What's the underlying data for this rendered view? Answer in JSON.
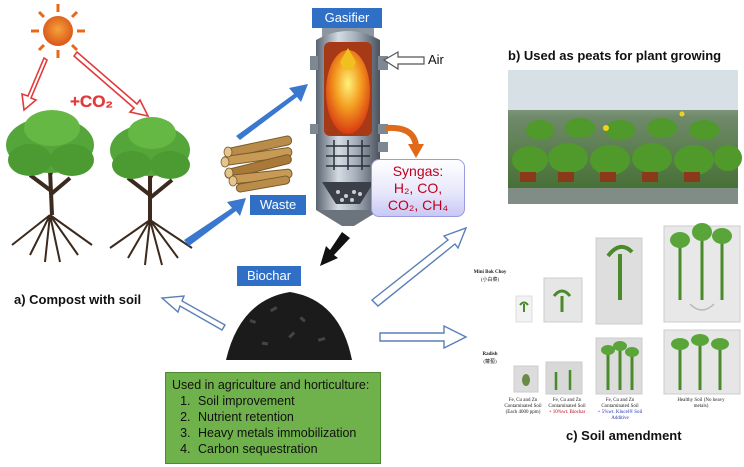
{
  "gasifier": {
    "label": "Gasifier"
  },
  "air": {
    "label": "Air"
  },
  "waste": {
    "label": "Waste"
  },
  "biochar": {
    "label": "Biochar"
  },
  "syngas": {
    "title": "Syngas:",
    "line1": "H₂, CO,",
    "line2": "CO₂, CH₄"
  },
  "co2": {
    "label": "+CO₂"
  },
  "captions": {
    "compost": "a) Compost with soil",
    "peats": "b) Used as peats for plant growing",
    "soil": "c) Soil amendment"
  },
  "uses": {
    "title": "Used in agriculture and horticulture:",
    "items": [
      "Soil improvement",
      "Nutrient retention",
      "Heavy metals immobilization",
      "Carbon sequestration"
    ]
  },
  "soil_panel": {
    "row1": "Mini Bok Choy",
    "row1_sub": "(小白菜)",
    "row2": "Radish",
    "row2_sub": "(蘿蔔)",
    "col1": "Fe, Cu and Zn Contaminated Soil (Each 4000 ppm)",
    "col2": "Fe, Cu and Zn Contaminated Soil",
    "col2_extra": "+ 10%wt. Biochar",
    "col3": "Fe, Cu and Zn Contaminated Soil",
    "col3_extra": "+ 5%wt. Klucel® Soil Additive",
    "col4": "Healthy Soil (No heavy metals)"
  },
  "colors": {
    "blue_box": "#2f6fc6",
    "green_box": "#6fb14a",
    "syngas_text": "#c0001a",
    "sun": "#e8681a",
    "arrow_blue": "#3a78d0",
    "arrow_orange": "#e06a1a"
  }
}
